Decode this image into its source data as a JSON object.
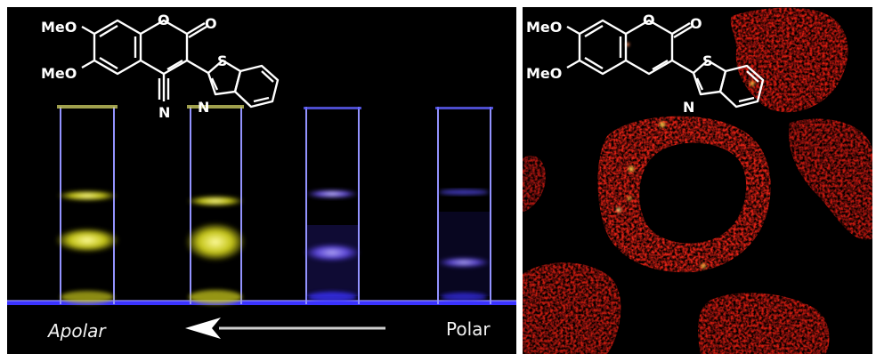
{
  "left_panel": {
    "structure": {
      "substituent_1": "MeO",
      "substituent_2": "MeO",
      "lactone_oxygen": "O",
      "carbonyl_oxygen": "O",
      "sulfur": "S",
      "thiazole_nitrogen": "N",
      "cyano_nitrogen": "N"
    },
    "labels": {
      "apolar": "Apolar",
      "polar": "Polar"
    },
    "colors": {
      "yellow_emission": "#e6e61a",
      "blue_emission": "#7a60ff",
      "baseline": "#3a33ff"
    }
  },
  "right_panel": {
    "structure": {
      "substituent_1": "MeO",
      "substituent_2": "MeO",
      "lactone_oxygen": "O",
      "carbonyl_oxygen": "O",
      "sulfur": "S",
      "thiazole_nitrogen": "N"
    },
    "colors": {
      "cell_stain": "#d81a10",
      "hotspot": "#ffd24a"
    }
  }
}
